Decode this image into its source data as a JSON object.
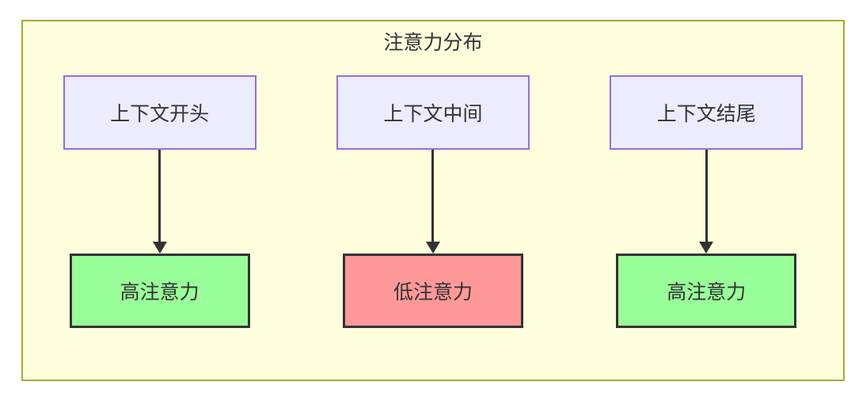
{
  "diagram": {
    "title": "注意力分布",
    "columns": [
      {
        "source_label": "上下文开头",
        "target_label": "高注意力",
        "attention": "high"
      },
      {
        "source_label": "上下文中间",
        "target_label": "低注意力",
        "attention": "low"
      },
      {
        "source_label": "上下文结尾",
        "target_label": "高注意力",
        "attention": "high"
      }
    ],
    "colors": {
      "container_bg": "#ffffde",
      "container_border": "#aaaa33",
      "source_bg": "#ececff",
      "source_border": "#9370db",
      "high_bg": "#99ff99",
      "low_bg": "#ff9999",
      "target_border": "#333333",
      "arrow": "#333333",
      "text": "#333333"
    }
  }
}
